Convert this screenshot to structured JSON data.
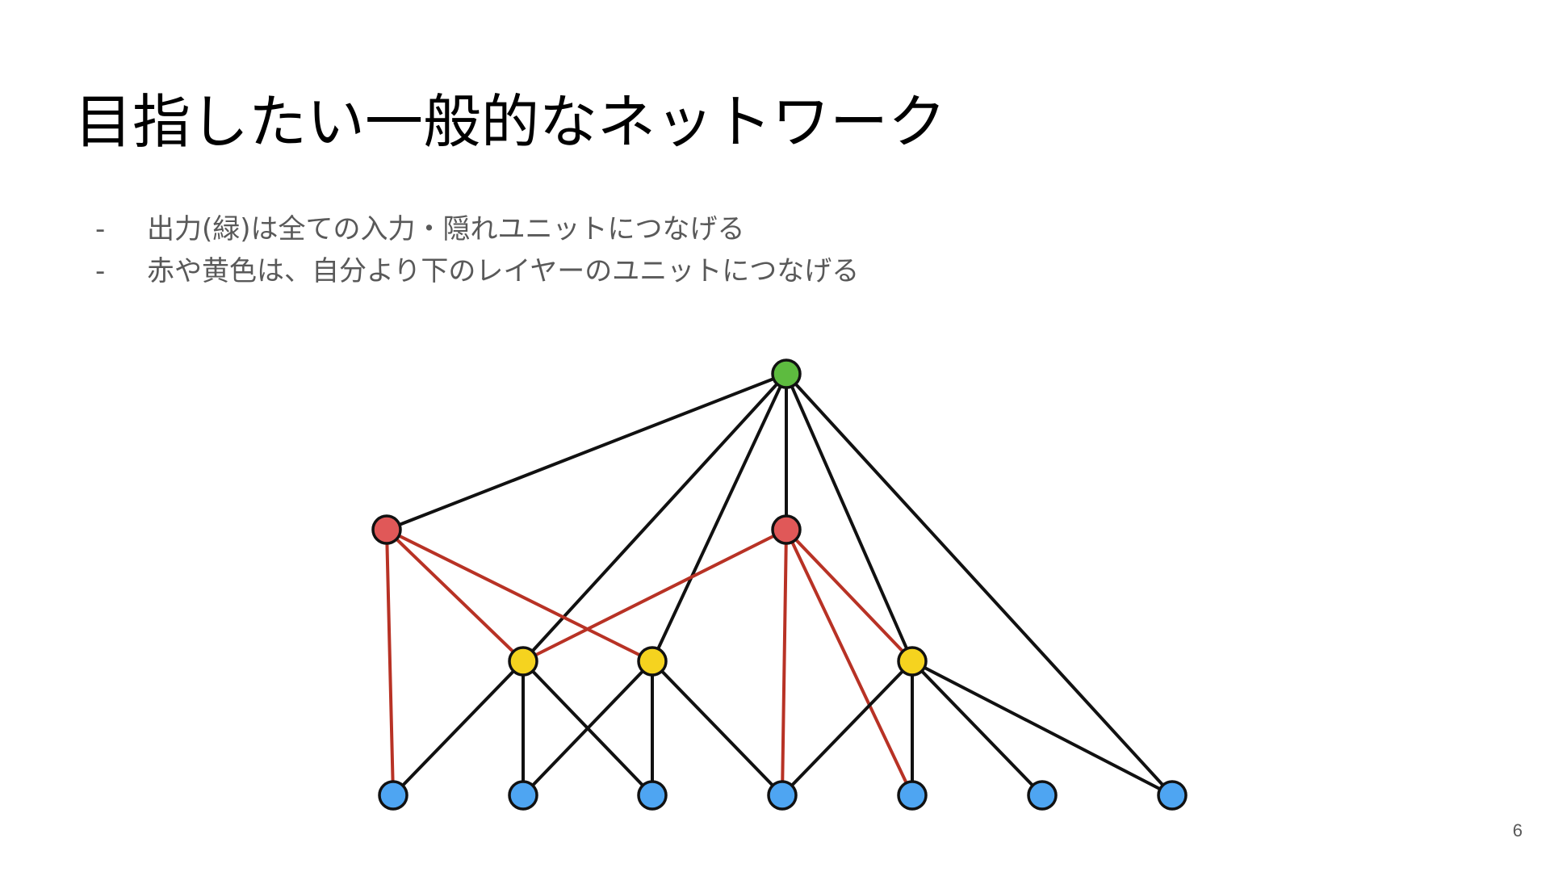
{
  "slide": {
    "title": "目指したい一般的なネットワーク",
    "bullets": [
      {
        "marker": "-",
        "text": "出力(緑)は全ての入力・隠れユニットにつなげる"
      },
      {
        "marker": "-",
        "text": "赤や黄色は、自分より下のレイヤーのユニットにつなげる"
      }
    ],
    "page_number": "6"
  },
  "colors": {
    "output": "#5dbb3f",
    "red": "#e05858",
    "yellow": "#f5d31f",
    "input": "#4ea5f2",
    "edge_black": "#111111",
    "edge_red": "#b83225"
  },
  "network": {
    "nodes": [
      {
        "id": "out",
        "role": "output",
        "color": "output"
      },
      {
        "id": "r1",
        "role": "hidden",
        "color": "red"
      },
      {
        "id": "r2",
        "role": "hidden",
        "color": "red"
      },
      {
        "id": "y1",
        "role": "hidden",
        "color": "yellow"
      },
      {
        "id": "y2",
        "role": "hidden",
        "color": "yellow"
      },
      {
        "id": "y3",
        "role": "hidden",
        "color": "yellow"
      },
      {
        "id": "i1",
        "role": "input",
        "color": "input"
      },
      {
        "id": "i2",
        "role": "input",
        "color": "input"
      },
      {
        "id": "i3",
        "role": "input",
        "color": "input"
      },
      {
        "id": "i4",
        "role": "input",
        "color": "input"
      },
      {
        "id": "i5",
        "role": "input",
        "color": "input"
      },
      {
        "id": "i6",
        "role": "input",
        "color": "input"
      },
      {
        "id": "i7",
        "role": "input",
        "color": "input"
      }
    ],
    "edges": [
      {
        "from": "out",
        "to": "r1",
        "color": "edge_black"
      },
      {
        "from": "out",
        "to": "r2",
        "color": "edge_black"
      },
      {
        "from": "out",
        "to": "y1",
        "color": "edge_black"
      },
      {
        "from": "out",
        "to": "y2",
        "color": "edge_black"
      },
      {
        "from": "out",
        "to": "y3",
        "color": "edge_black"
      },
      {
        "from": "out",
        "to": "i7",
        "color": "edge_black"
      },
      {
        "from": "r1",
        "to": "i1",
        "color": "edge_red"
      },
      {
        "from": "r1",
        "to": "y1",
        "color": "edge_red"
      },
      {
        "from": "r1",
        "to": "y2",
        "color": "edge_red"
      },
      {
        "from": "r2",
        "to": "y1",
        "color": "edge_red"
      },
      {
        "from": "r2",
        "to": "y3",
        "color": "edge_red"
      },
      {
        "from": "r2",
        "to": "i4",
        "color": "edge_red"
      },
      {
        "from": "r2",
        "to": "i5",
        "color": "edge_red"
      },
      {
        "from": "y1",
        "to": "i1",
        "color": "edge_black"
      },
      {
        "from": "y1",
        "to": "i2",
        "color": "edge_black"
      },
      {
        "from": "y1",
        "to": "i3",
        "color": "edge_black"
      },
      {
        "from": "y2",
        "to": "i2",
        "color": "edge_black"
      },
      {
        "from": "y2",
        "to": "i3",
        "color": "edge_black"
      },
      {
        "from": "y2",
        "to": "i4",
        "color": "edge_black"
      },
      {
        "from": "y3",
        "to": "i4",
        "color": "edge_black"
      },
      {
        "from": "y3",
        "to": "i5",
        "color": "edge_black"
      },
      {
        "from": "y3",
        "to": "i6",
        "color": "edge_black"
      },
      {
        "from": "y3",
        "to": "i7",
        "color": "edge_black"
      }
    ]
  }
}
